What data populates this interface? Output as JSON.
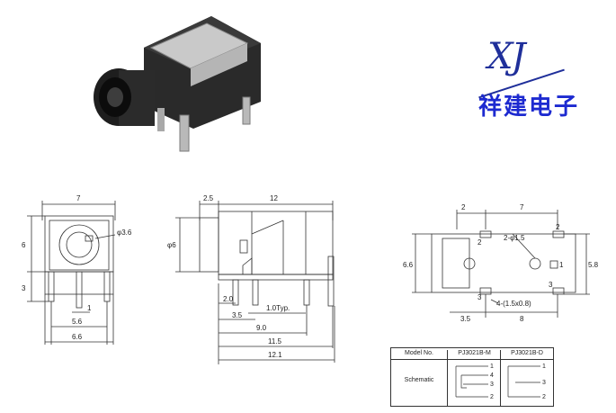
{
  "logo": {
    "mark": "XJ",
    "company": "祥建电子"
  },
  "front_view": {
    "dim_width": "7",
    "dim_height": "6",
    "dim_hole": "φ3.6",
    "dim_lower": "3",
    "dim_pin": "1",
    "dim_pitch": "5.6",
    "dim_total": "6.6"
  },
  "side_view": {
    "dim_offset": "2.5",
    "dim_length": "12",
    "dim_height": "φ6",
    "dim_a": "2.0",
    "dim_b": "3.5",
    "dim_typ": "1.0Typ.",
    "dim_c": "9.0",
    "dim_d": "11.5",
    "dim_e": "12.1"
  },
  "footprint": {
    "dim_top_left": "2",
    "dim_top": "7",
    "dim_hole": "2-φ1.5",
    "dim_height_left": "6.6",
    "dim_height_right": "5.8",
    "dim_pads": "4-(1.5x0.8)",
    "dim_bottom_left": "3.5",
    "dim_bottom_right": "8",
    "pins": [
      "1",
      "2",
      "3",
      "2",
      "3"
    ]
  },
  "schematic_table": {
    "header": [
      "Model No.",
      "PJ3021B-M",
      "PJ3021B-D"
    ],
    "row_label": "Schematic",
    "m_pins": [
      "1",
      "4",
      "3",
      "2"
    ],
    "d_pins": [
      "1",
      "3",
      "2"
    ]
  }
}
